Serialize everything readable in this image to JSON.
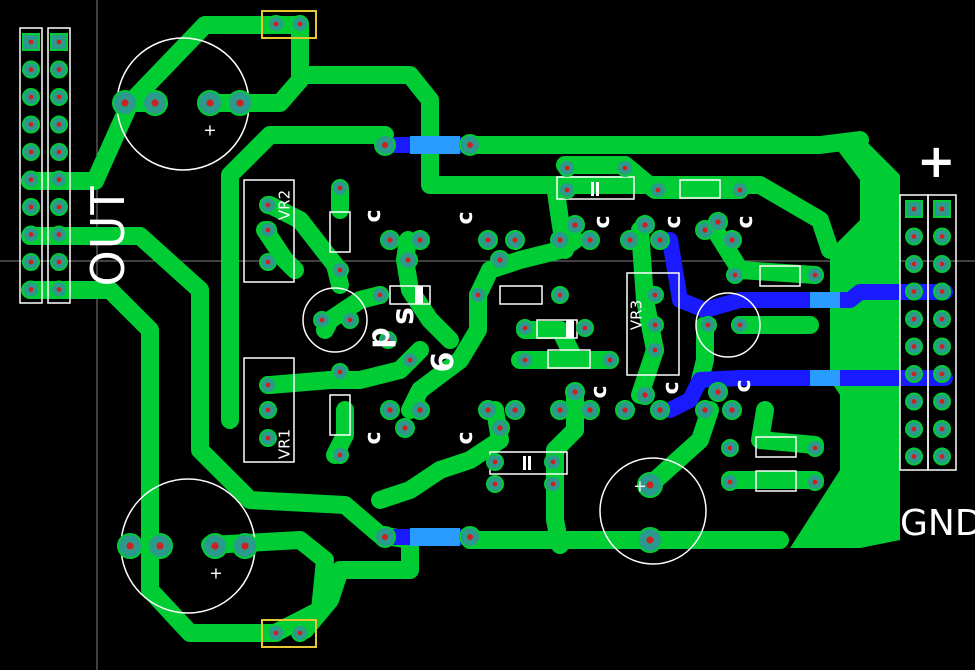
{
  "board": {
    "colors": {
      "background": "#000000",
      "copper_top": "#00cc33",
      "copper_bottom": "#1a1aff",
      "via_overlap": "#2a9cff",
      "pad": "#2a9a8c",
      "drill": "#cc2222",
      "silkscreen": "#ffffff",
      "highlight_box": "#e6c833"
    },
    "labels": {
      "out": "OUT",
      "gnd": "GND",
      "plus": "+"
    },
    "trimmers": [
      {
        "ref": "VR2"
      },
      {
        "ref": "VR1"
      },
      {
        "ref": "VR3"
      }
    ],
    "markings": {
      "c_mark": "c",
      "p_mark": "p",
      "s_mark": "s",
      "six_mark": "6",
      "cap_plus": "+"
    }
  }
}
